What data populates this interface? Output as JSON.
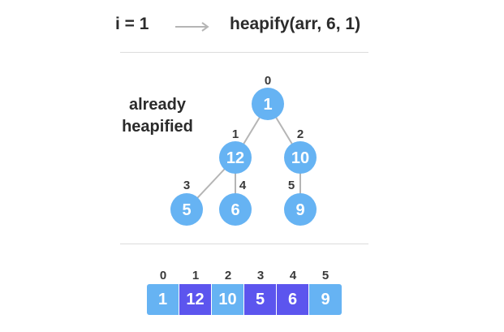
{
  "header": {
    "step": "i = 1",
    "call": "heapify(arr, 6, 1)"
  },
  "note": {
    "line1": "already",
    "line2": "heapified"
  },
  "tree": {
    "nodes": [
      {
        "index": "0",
        "value": "1"
      },
      {
        "index": "1",
        "value": "12"
      },
      {
        "index": "2",
        "value": "10"
      },
      {
        "index": "3",
        "value": "5"
      },
      {
        "index": "4",
        "value": "6"
      },
      {
        "index": "5",
        "value": "9"
      }
    ]
  },
  "array": {
    "cells": [
      {
        "index": "0",
        "value": "1",
        "heapified": false
      },
      {
        "index": "1",
        "value": "12",
        "heapified": true
      },
      {
        "index": "2",
        "value": "10",
        "heapified": false
      },
      {
        "index": "3",
        "value": "5",
        "heapified": true
      },
      {
        "index": "4",
        "value": "6",
        "heapified": true
      },
      {
        "index": "5",
        "value": "9",
        "heapified": false
      }
    ]
  },
  "colors": {
    "node": "#66b3f3",
    "heapified_cell": "#5c55ee",
    "plain_cell": "#66b3f3",
    "edge": "#b5b5b5",
    "arrow": "#b5b5b5"
  }
}
